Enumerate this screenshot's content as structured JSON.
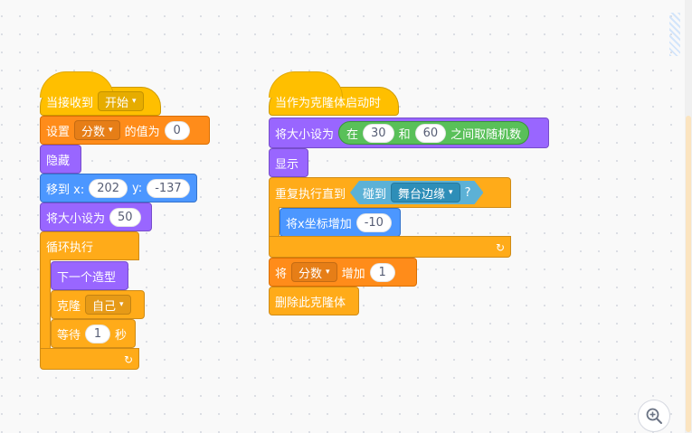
{
  "script1": {
    "hat": {
      "label": "当接收到",
      "message": "开始"
    },
    "set_var": {
      "label": "设置",
      "var": "分数",
      "suffix": "的值为",
      "value": "0"
    },
    "hide": {
      "label": "隐藏"
    },
    "goto": {
      "label": "移到 x:",
      "x": "202",
      "ylabel": "y:",
      "y": "-137"
    },
    "set_size": {
      "label": "将大小设为",
      "value": "50"
    },
    "forever": {
      "label": "循环执行"
    },
    "next_costume": {
      "label": "下一个造型"
    },
    "clone": {
      "label": "克隆",
      "target": "自己"
    },
    "wait": {
      "label": "等待",
      "value": "1",
      "unit": "秒"
    }
  },
  "script2": {
    "hat": {
      "label": "当作为克隆体启动时"
    },
    "set_size": {
      "label": "将大小设为",
      "op_in": "在",
      "min": "30",
      "op_and": "和",
      "max": "60",
      "op_suffix": "之间取随机数"
    },
    "show": {
      "label": "显示"
    },
    "repeat_until": {
      "label": "重复执行直到",
      "sense_label": "碰到",
      "sense_target": "舞台边缘",
      "sense_q": "?"
    },
    "change_x": {
      "label": "将x坐标增加",
      "value": "-10"
    },
    "change_var": {
      "label": "将",
      "var": "分数",
      "suffix": "增加",
      "value": "1"
    },
    "delete_clone": {
      "label": "删除此克隆体"
    }
  },
  "icons": {
    "loop": "↻",
    "caret": "▾",
    "zoom": "zoom-in-icon"
  },
  "colors": {
    "events": "#ffbf00",
    "control": "#ffab19",
    "looks": "#9966ff",
    "motion": "#4c97ff",
    "variables": "#ff8c1a",
    "operators": "#59c059",
    "sensing": "#5cb1d6"
  }
}
